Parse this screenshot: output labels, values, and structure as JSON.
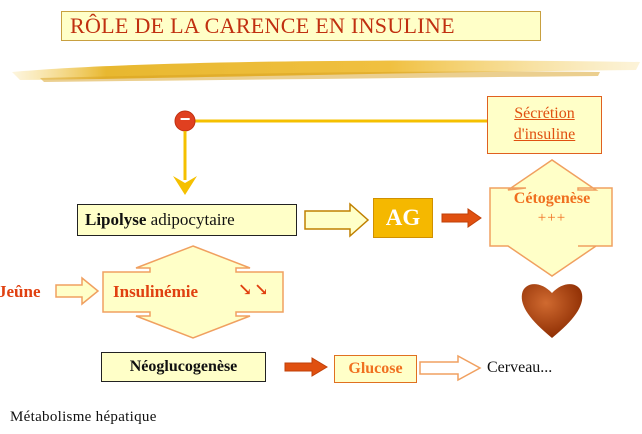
{
  "title": "RÔLE DE LA CARENCE EN INSULINE",
  "minus_symbol": "−",
  "secretion": {
    "line1": "Sécrétion",
    "line2": "d'insuline"
  },
  "lipolyse": {
    "bold": "Lipolyse",
    "rest": " adipocytaire"
  },
  "ag": "AG",
  "cetogenese": {
    "label": "Cétogenèse",
    "plus": "+++"
  },
  "jeune": "Jeûne",
  "insulinemie": {
    "label": "Insulinémie",
    "trend": "↘↘"
  },
  "neoglucogenese": "Néoglucogenèse",
  "glucose": "Glucose",
  "cerveau": "Cerveau...",
  "footer": "Métabolisme hépatique",
  "colors": {
    "title_text": "#c03010",
    "box_fill": "#ffffc8",
    "ag_fill": "#f5b800",
    "orange": "#f07020",
    "heart": "#a83a08",
    "arrow_yellow": "#f5c000"
  }
}
